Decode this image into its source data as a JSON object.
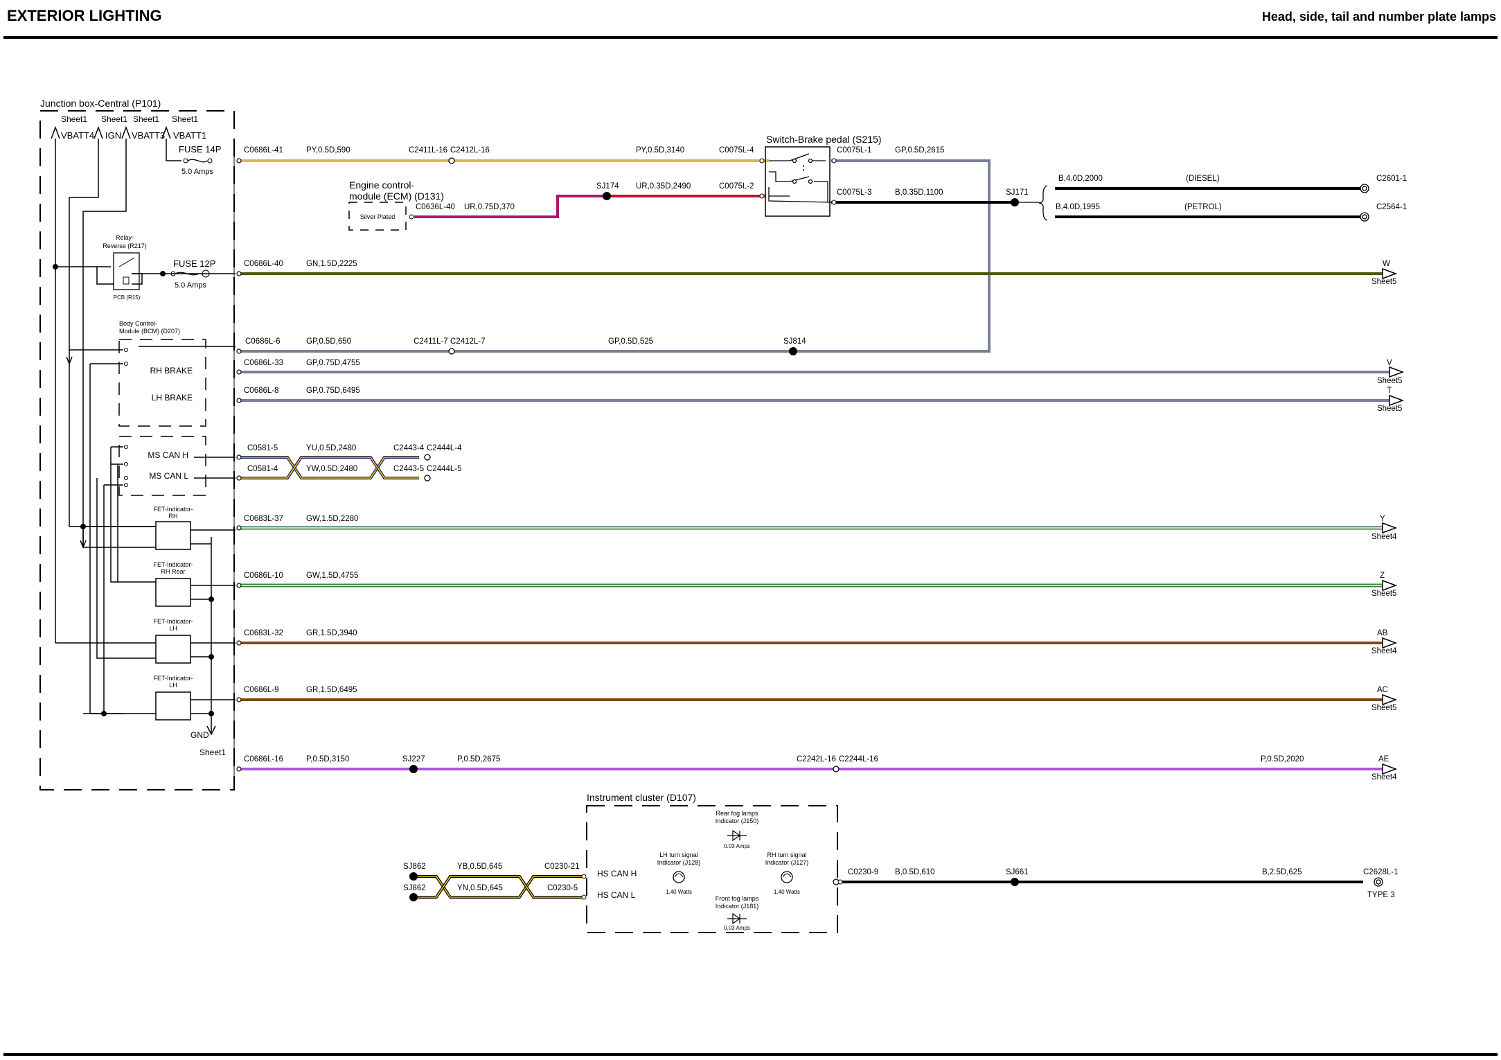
{
  "header": {
    "title": "EXTERIOR LIGHTING",
    "subtitle": "Head, side, tail and number plate lamps"
  },
  "colors": {
    "PY": "#d9b74c",
    "UR": "#a8176e",
    "R": "#c8102e",
    "GP": "#7a7f99",
    "B": "#000000",
    "GN": "#4b5a0a",
    "GW": "#3f7d3f",
    "GR": "#8a4612",
    "P": "#a855e6",
    "Y": "#e8c41a",
    "N": "#0b1a6a"
  },
  "junction_box": {
    "title": "Junction box-Central (P101)",
    "sheet": "Sheet1",
    "supplies": [
      "VBATT4",
      "IGN",
      "VBATT3",
      "VBATT1"
    ],
    "fuse14": {
      "name": "FUSE 14P",
      "rating": "5.0 Amps"
    },
    "fuse12": {
      "name": "FUSE 12P",
      "rating": "5.0 Amps"
    },
    "relay": {
      "name": "Relay-Reverse (R217)",
      "sub": "PCB (R15)"
    },
    "bcm": "Body Control-Module (BCM) (D207)",
    "rh_brake": "RH BRAKE",
    "lh_brake": "LH BRAKE",
    "ms_can_h": "MS CAN H",
    "ms_can_l": "MS CAN L",
    "fets": [
      {
        "label": "FET-Indicator-RH"
      },
      {
        "label": "FET-Indicator-RH Rear"
      },
      {
        "label": "FET-Indicator-LH"
      },
      {
        "label": "FET-Indicator-LH"
      }
    ],
    "gnd": "GND"
  },
  "ecm": {
    "name": "Engine control-module (ECM) (D131)",
    "note": "Silver Plated"
  },
  "switch": {
    "name": "Switch-Brake pedal (S215)"
  },
  "variants": {
    "diesel": "(DIESEL)",
    "petrol": "(PETROL)"
  },
  "wires": [
    {
      "id": "w1",
      "from": "C0686L-41",
      "spec": "PY,0.5D,590",
      "mid": [
        "C2411L-16",
        "C2412L-16"
      ],
      "spec2": "PY,0.5D,3140",
      "to": "C0075L-4"
    },
    {
      "id": "w2",
      "from": "C0636L-40",
      "spec": "UR,0.75D,370",
      "splice": "SJ174",
      "spec2": "UR,0.35D,2490",
      "to": "C0075L-2"
    },
    {
      "id": "w3",
      "from": "C0075L-1",
      "spec": "GP,0.5D,2615"
    },
    {
      "id": "w4",
      "from": "C0075L-3",
      "spec": "B,0.35D,1100",
      "splice": "SJ171"
    },
    {
      "id": "w5",
      "spec": "B,4.0D,2000",
      "to": "C2601-1"
    },
    {
      "id": "w6",
      "spec": "B,4.0D,1995",
      "to": "C2564-1"
    },
    {
      "id": "w7",
      "from": "C0686L-40",
      "spec": "GN,1.5D,2225",
      "dest": "W",
      "sheet": "Sheet5"
    },
    {
      "id": "w8",
      "from": "C0686L-6",
      "spec": "GP,0.5D,650",
      "mid": [
        "C2411L-7",
        "C2412L-7"
      ],
      "spec2": "GP,0.5D,525",
      "splice": "SJ814"
    },
    {
      "id": "w9",
      "from": "C0686L-33",
      "spec": "GP,0.75D,4755",
      "dest": "V",
      "sheet": "Sheet5"
    },
    {
      "id": "w10",
      "from": "C0686L-8",
      "spec": "GP,0.75D,6495",
      "dest": "T",
      "sheet": "Sheet5"
    },
    {
      "id": "w11",
      "from": "C0581-5",
      "spec": "YU,0.5D,2480",
      "to": [
        "C2443-4",
        "C2444L-4"
      ]
    },
    {
      "id": "w12",
      "from": "C0581-4",
      "spec": "YW,0.5D,2480",
      "to": [
        "C2443-5",
        "C2444L-5"
      ]
    },
    {
      "id": "w13",
      "from": "C0683L-37",
      "spec": "GW,1.5D,2280",
      "dest": "Y",
      "sheet": "Sheet4"
    },
    {
      "id": "w14",
      "from": "C0686L-10",
      "spec": "GW,1.5D,4755",
      "dest": "Z",
      "sheet": "Sheet5"
    },
    {
      "id": "w15",
      "from": "C0683L-32",
      "spec": "GR,1.5D,3940",
      "dest": "AB",
      "sheet": "Sheet4"
    },
    {
      "id": "w16",
      "from": "C0686L-9",
      "spec": "GR,1.5D,6495",
      "dest": "AC",
      "sheet": "Sheet5"
    },
    {
      "id": "w17",
      "from": "C0686L-16",
      "spec": "P,0.5D,3150",
      "splice": "SJ227",
      "spec2": "P,0.5D,2675",
      "mid": [
        "C2242L-16",
        "C2244L-16"
      ],
      "spec3": "P,0.5D,2020",
      "dest": "AE",
      "sheet": "Sheet4"
    },
    {
      "id": "w18",
      "splice": "SJ862",
      "spec": "YB,0.5D,645",
      "to": "C0230-21"
    },
    {
      "id": "w19",
      "splice": "SJ862",
      "spec": "YN,0.5D,645",
      "to": "C0230-5"
    },
    {
      "id": "w20",
      "from": "C0230-9",
      "spec": "B,0.5D,610",
      "splice": "SJ661",
      "spec2": "B,2.5D,625",
      "to": "C2628L-1",
      "type": "TYPE 3"
    }
  ],
  "cluster": {
    "name": "Instrument cluster (D107)",
    "can_h": "HS CAN H",
    "can_l": "HS CAN L",
    "rear_fog": {
      "label": "Rear fog lamps Indicator (J150)",
      "rating": "0.03 Amps"
    },
    "front_fog": {
      "label": "Front fog lamps Indicator (J181)",
      "rating": "0.03 Amps"
    },
    "lh_turn": {
      "label": "LH turn signal Indicator (J128)",
      "rating": "1.40 Watts"
    },
    "rh_turn": {
      "label": "RH turn signal Indicator (J127)",
      "rating": "1.40 Watts"
    }
  }
}
